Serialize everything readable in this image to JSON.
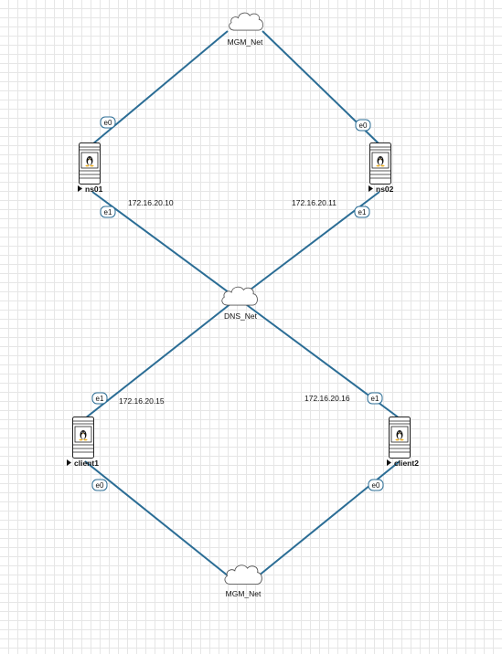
{
  "colors": {
    "link": "#2b6d95",
    "grid": "#e6e6e6",
    "port_border": "#2b6d95"
  },
  "networks": {
    "mgm_top": {
      "name": "MGM_Net",
      "icon": "cloud-icon"
    },
    "dns": {
      "name": "DNS_Net",
      "icon": "cloud-icon"
    },
    "mgm_bottom": {
      "name": "MGM_Net",
      "icon": "cloud-icon"
    }
  },
  "nodes": {
    "ns01": {
      "name": "ns01",
      "icon": "linux-server-icon",
      "ports": {
        "mgmt": "e0",
        "data": "e1"
      },
      "ip": "172.16.20.10"
    },
    "ns02": {
      "name": "ns02",
      "icon": "linux-server-icon",
      "ports": {
        "mgmt": "e0",
        "data": "e1"
      },
      "ip": "172.16.20.11"
    },
    "client1": {
      "name": "client1",
      "icon": "linux-server-icon",
      "ports": {
        "mgmt": "e0",
        "data": "e1"
      },
      "ip": "172.16.20.15"
    },
    "client2": {
      "name": "client2",
      "icon": "linux-server-icon",
      "ports": {
        "mgmt": "e0",
        "data": "e1"
      },
      "ip": "172.16.20.16"
    }
  }
}
